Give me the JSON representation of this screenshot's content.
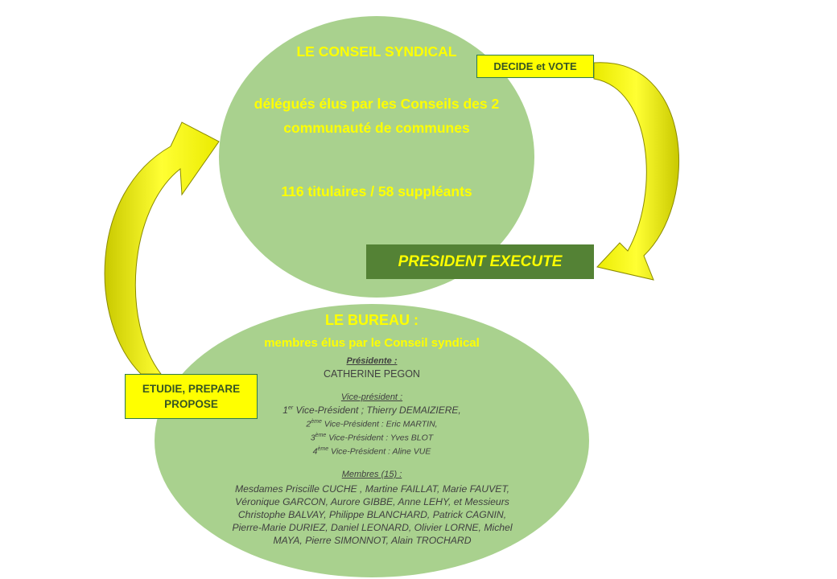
{
  "conseil": {
    "title": "LE CONSEIL SYNDICAL",
    "description": "délégués élus par les Conseils des 2 communauté de communes",
    "count": "116 titulaires / 58 suppléants"
  },
  "labels": {
    "decide": "DECIDE et VOTE",
    "president": "PRESIDENT EXECUTE",
    "etudie_line1": "ETUDIE, PREPARE",
    "etudie_line2": "PROPOSE"
  },
  "bureau": {
    "title": "LE BUREAU :",
    "subtitle": "membres élus par le Conseil syndical",
    "presidente_label": "Présidente :",
    "presidente_name": "CATHERINE PEGON",
    "vp_label": "Vice-président :",
    "vp1_num": "1",
    "vp1_sup": "er",
    "vp1_text": " Vice-Président ; Thierry DEMAIZIERE,",
    "vp2_num": "2",
    "vp2_sup": "ème",
    "vp2_text": " Vice-Président : Eric MARTIN,",
    "vp3_num": "3",
    "vp3_sup": "ème",
    "vp3_text": " Vice-Président : Yves BLOT",
    "vp4_num": "4",
    "vp4_sup": "ème",
    "vp4_text": " Vice-Président : Aline VUE",
    "membres_label": "Membres (15) :",
    "membres_text": "Mesdames Priscille CUCHE , Martine FAILLAT, Marie FAUVET, Véronique GARCON, Aurore GIBBE, Anne LEHY, et Messieurs Christophe BALVAY, Philippe BLANCHARD, Patrick CAGNIN, Pierre-Marie DURIEZ, Daniel LEONARD, Olivier LORNE, Michel MAYA, Pierre SIMONNOT, Alain TROCHARD"
  },
  "colors": {
    "green_fill": "#a9d18e",
    "yellow": "#ffff00",
    "dark_green": "#548235",
    "dark_text": "#404040"
  }
}
